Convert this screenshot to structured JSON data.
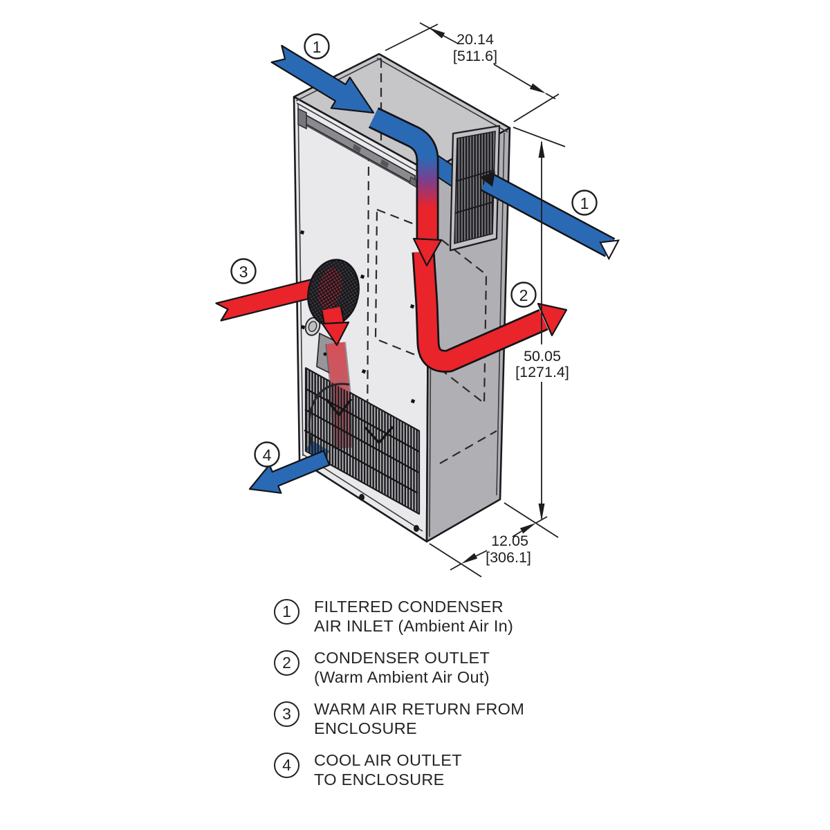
{
  "diagram": {
    "kind": "enclosure-air-conditioner-airflow",
    "colors": {
      "cool_air": "#2a6ab5",
      "warm_air": "#e9242b"
    }
  },
  "dimensions": {
    "width_in": "20.14",
    "width_mm": "[511.6]",
    "height_in": "50.05",
    "height_mm": "[1271.4]",
    "depth_in": "12.05",
    "depth_mm": "[306.1]"
  },
  "callouts": {
    "inlet_top": "1",
    "inlet_side": "1",
    "condenser_outlet": "2",
    "warm_return": "3",
    "cool_outlet": "4"
  },
  "legend": {
    "items": [
      {
        "num": "1",
        "line1": "FILTERED CONDENSER",
        "line2": "AIR INLET (Ambient Air In)"
      },
      {
        "num": "2",
        "line1": "CONDENSER OUTLET",
        "line2": "(Warm Ambient Air Out)"
      },
      {
        "num": "3",
        "line1": "WARM AIR RETURN FROM",
        "line2": "ENCLOSURE"
      },
      {
        "num": "4",
        "line1": "COOL AIR OUTLET",
        "line2": "TO ENCLOSURE"
      }
    ]
  }
}
